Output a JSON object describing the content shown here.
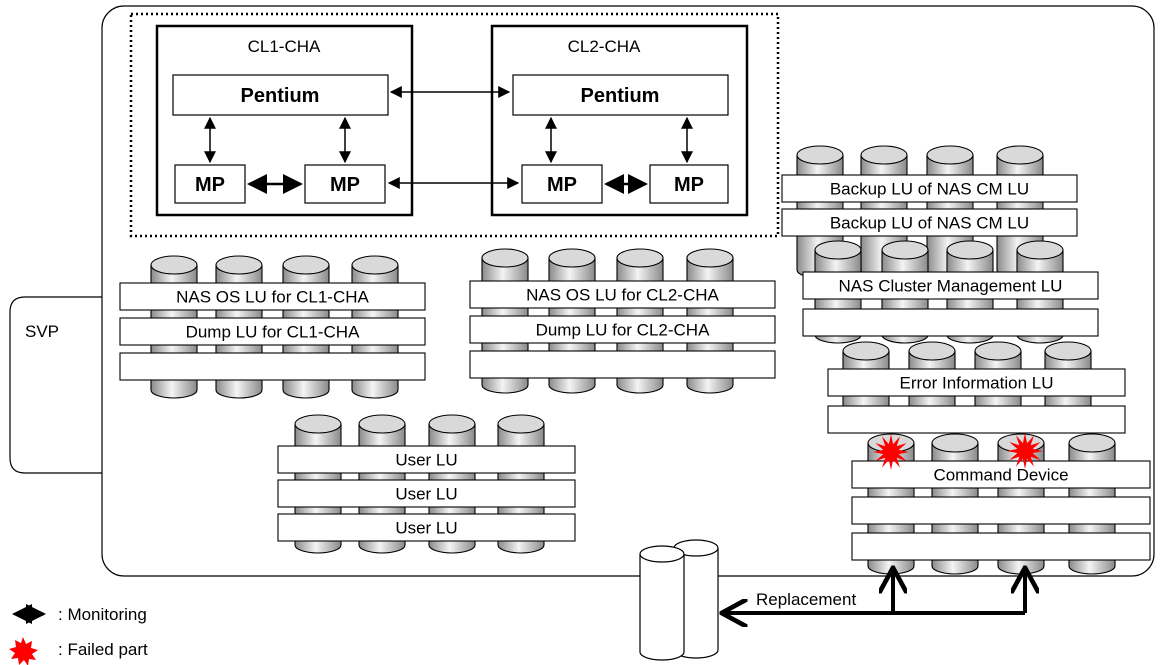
{
  "svp": {
    "label": "SVP"
  },
  "controllers": [
    {
      "name": "CL1-CHA",
      "processor": "Pentium",
      "mp_left": "MP",
      "mp_right": "MP"
    },
    {
      "name": "CL2-CHA",
      "processor": "Pentium",
      "mp_left": "MP",
      "mp_right": "MP"
    }
  ],
  "lu_groups": {
    "cl1": {
      "rows": [
        "NAS OS LU for CL1-CHA",
        "Dump LU for CL1-CHA",
        ""
      ]
    },
    "cl2": {
      "rows": [
        "NAS OS LU for CL2-CHA",
        "Dump LU for CL2-CHA",
        ""
      ]
    },
    "user": {
      "rows": [
        "User LU",
        "User LU",
        "User LU"
      ]
    },
    "backup": {
      "rows": [
        "Backup LU of NAS CM LU",
        "Backup LU of NAS CM LU"
      ]
    },
    "cluster": {
      "rows": [
        "NAS Cluster Management LU",
        ""
      ]
    },
    "error": {
      "rows": [
        "Error Information LU",
        ""
      ]
    },
    "command": {
      "rows": [
        "Command Device",
        "",
        ""
      ]
    }
  },
  "replacement": {
    "label": "Replacement"
  },
  "legend": {
    "monitoring": ": Monitoring",
    "failed": ": Failed part"
  },
  "colors": {
    "failed": "#ff0000",
    "disk_fill": "#d9d9d9"
  }
}
